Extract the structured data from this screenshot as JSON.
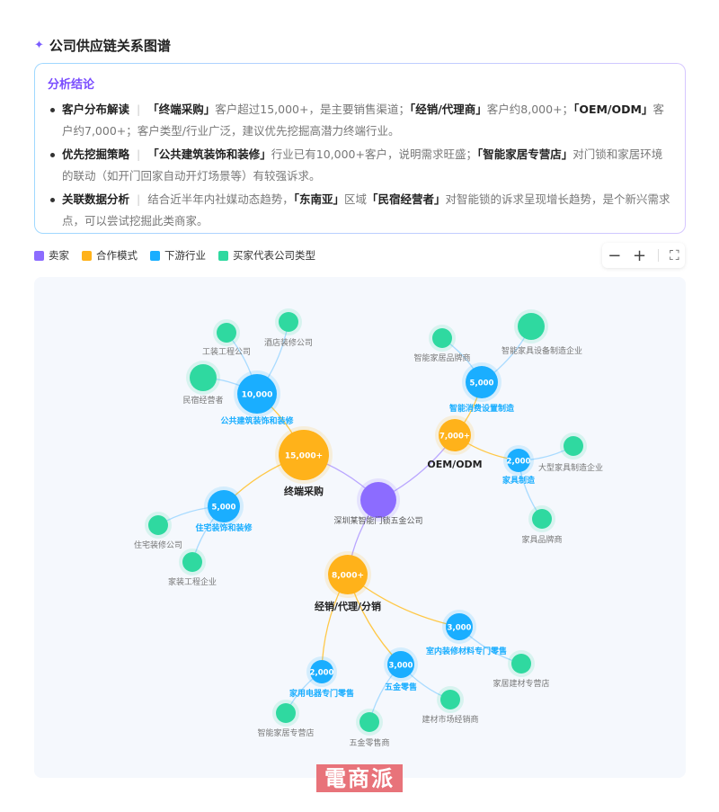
{
  "header": {
    "title": "公司供应链关系图谱",
    "icon": "sparkle-icon"
  },
  "analysis": {
    "heading": "分析结论",
    "items": [
      {
        "label": "客户分布解读",
        "parts": [
          {
            "b": "「终端采购」"
          },
          {
            "t": "客户超过15,000+，是主要销售渠道；"
          },
          {
            "b": "「经销/代理商」"
          },
          {
            "t": "客户约8,000+；"
          },
          {
            "b": "「OEM/ODM」"
          },
          {
            "t": "客户约7,000+；客户类型/行业广泛，建议优先挖掘高潜力终端行业。"
          }
        ]
      },
      {
        "label": "优先挖掘策略",
        "parts": [
          {
            "b": "「公共建筑装饰和装修」"
          },
          {
            "t": "行业已有10,000+客户，说明需求旺盛；"
          },
          {
            "b": "「智能家居专营店」"
          },
          {
            "t": "对门锁和家居环境的联动（如开门回家自动开灯场景等）有较强诉求。"
          }
        ]
      },
      {
        "label": "关联数据分析",
        "parts": [
          {
            "t": "结合近半年内社媒动态趋势，"
          },
          {
            "b": "「东南亚」"
          },
          {
            "t": "区域"
          },
          {
            "b": "「民宿经营者」"
          },
          {
            "t": "对智能锁的诉求呈现增长趋势，是个新兴需求点，可以尝试挖掘此类商家。"
          }
        ]
      }
    ]
  },
  "legend": [
    {
      "label": "卖家",
      "color": "#8c6cff"
    },
    {
      "label": "合作模式",
      "color": "#ffb21a"
    },
    {
      "label": "下游行业",
      "color": "#1aaeff"
    },
    {
      "label": "买家代表公司类型",
      "color": "#2fd9a0"
    }
  ],
  "controls": {
    "zoom_out": "−",
    "zoom_in": "+",
    "fullscreen": "⛶"
  },
  "graph": {
    "nodes": [
      {
        "id": "seller",
        "type": "seller",
        "label": "深圳某智能门锁五金公司",
        "value": ""
      },
      {
        "id": "m1",
        "type": "mode",
        "label": "终端采购",
        "value": "15,000+",
        "parent": "seller"
      },
      {
        "id": "m2",
        "type": "mode",
        "label": "OEM/ODM",
        "value": "7,000+",
        "parent": "seller"
      },
      {
        "id": "m3",
        "type": "mode",
        "label": "经销/代理/分销",
        "value": "8,000+",
        "parent": "seller"
      },
      {
        "id": "i1",
        "type": "industry",
        "label": "公共建筑装饰和装修",
        "value": "10,000",
        "parent": "m1"
      },
      {
        "id": "i2",
        "type": "industry",
        "label": "住宅装饰和装修",
        "value": "5,000",
        "parent": "m1"
      },
      {
        "id": "i3",
        "type": "industry",
        "label": "智能消费设置制造",
        "value": "5,000",
        "parent": "m2"
      },
      {
        "id": "i4",
        "type": "industry",
        "label": "家具制造",
        "value": "2,000",
        "parent": "m2"
      },
      {
        "id": "i5",
        "type": "industry",
        "label": "家用电器专门零售",
        "value": "2,000",
        "parent": "m3"
      },
      {
        "id": "i6",
        "type": "industry",
        "label": "五金零售",
        "value": "3,000",
        "parent": "m3"
      },
      {
        "id": "i7",
        "type": "industry",
        "label": "室内装修材料专门零售",
        "value": "3,000",
        "parent": "m3"
      },
      {
        "id": "b1",
        "type": "buyer",
        "label": "工装工程公司",
        "parent": "i1"
      },
      {
        "id": "b2",
        "type": "buyer",
        "label": "酒店装修公司",
        "parent": "i1"
      },
      {
        "id": "b3",
        "type": "buyer",
        "label": "民宿经营者",
        "parent": "i1"
      },
      {
        "id": "b4",
        "type": "buyer",
        "label": "住宅装修公司",
        "parent": "i2"
      },
      {
        "id": "b5",
        "type": "buyer",
        "label": "家装工程企业",
        "parent": "i2"
      },
      {
        "id": "b6",
        "type": "buyer",
        "label": "智能家居品牌商",
        "parent": "i3"
      },
      {
        "id": "b7",
        "type": "buyer",
        "label": "智能家具设备制造企业",
        "parent": "i3"
      },
      {
        "id": "b8",
        "type": "buyer",
        "label": "大型家具制造企业",
        "parent": "i4"
      },
      {
        "id": "b9",
        "type": "buyer",
        "label": "家具品牌商",
        "parent": "i4"
      },
      {
        "id": "b10",
        "type": "buyer",
        "label": "家居建材专营店",
        "parent": "i7"
      },
      {
        "id": "b11",
        "type": "buyer",
        "label": "建材市场经销商",
        "parent": "i6"
      },
      {
        "id": "b12",
        "type": "buyer",
        "label": "五金零售商",
        "parent": "i6"
      },
      {
        "id": "b13",
        "type": "buyer",
        "label": "智能家居专营店",
        "parent": "i5"
      }
    ]
  },
  "watermark": "電商派"
}
